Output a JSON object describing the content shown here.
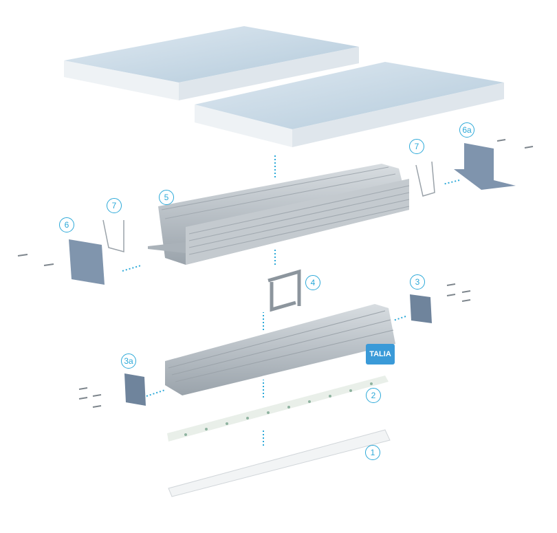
{
  "labels": {
    "l1": "1",
    "l2": "2",
    "l3": "3",
    "l3a": "3a",
    "l4": "4",
    "l5": "5",
    "l6": "6",
    "l6a": "6a",
    "l7a": "7",
    "l7b": "7"
  },
  "logo_text": "TALIA",
  "colors": {
    "accent": "#2aa8d8",
    "panel_top": "#c6d9e6",
    "panel_side": "#e8eef3",
    "aluminium": "#b5bcc2",
    "cap": "#7f94ad"
  }
}
